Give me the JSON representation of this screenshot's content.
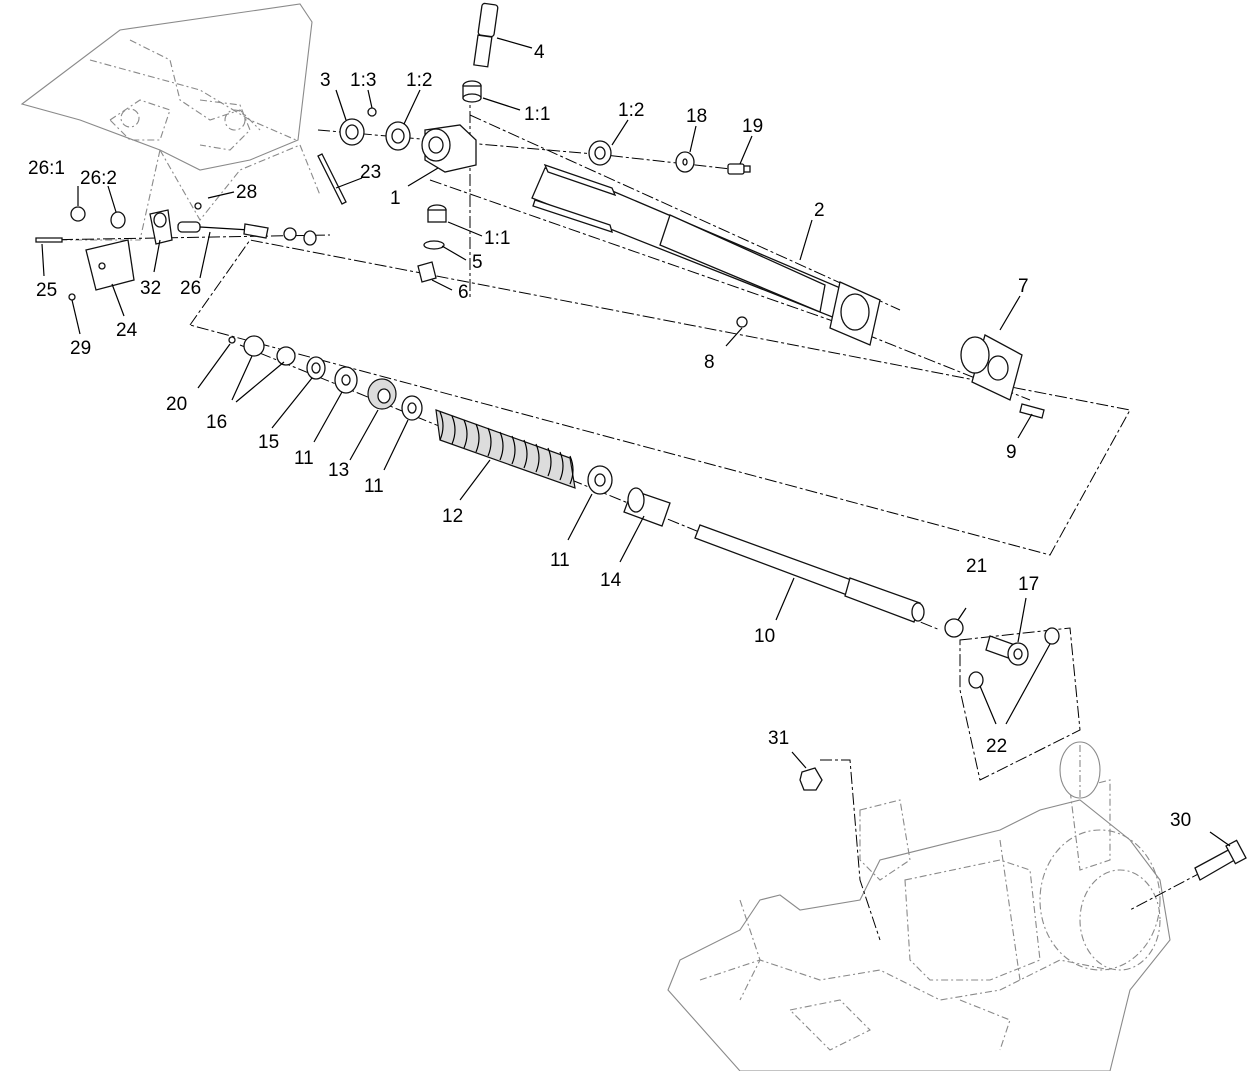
{
  "callouts": {
    "c1": "1",
    "c1_1a": "1:1",
    "c1_1b": "1:1",
    "c1_2a": "1:2",
    "c1_2b": "1:2",
    "c1_3": "1:3",
    "c2": "2",
    "c3": "3",
    "c4": "4",
    "c5": "5",
    "c6": "6",
    "c7": "7",
    "c8": "8",
    "c9": "9",
    "c10": "10",
    "c11a": "11",
    "c11b": "11",
    "c11c": "11",
    "c12": "12",
    "c13": "13",
    "c14": "14",
    "c15": "15",
    "c16": "16",
    "c17": "17",
    "c18": "18",
    "c19": "19",
    "c20": "20",
    "c21": "21",
    "c22": "22",
    "c23": "23",
    "c24": "24",
    "c25": "25",
    "c26": "26",
    "c26_1": "26:1",
    "c26_2": "26:2",
    "c28": "28",
    "c29": "29",
    "c30": "30",
    "c31": "31",
    "c32": "32"
  }
}
